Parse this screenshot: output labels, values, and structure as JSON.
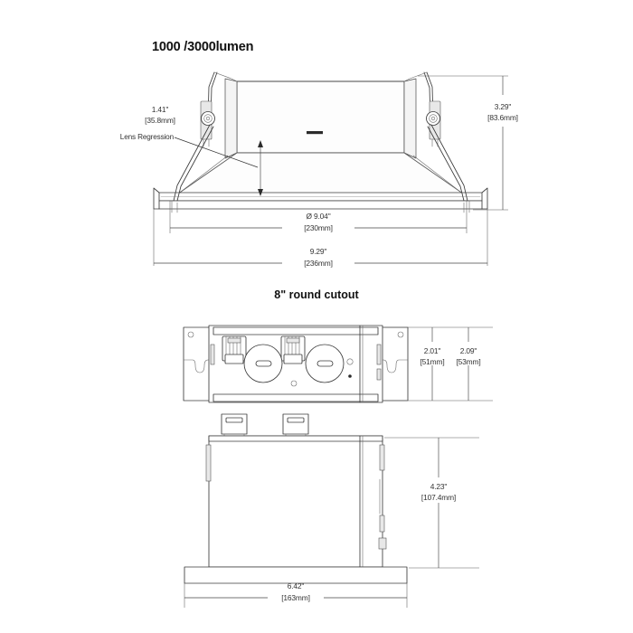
{
  "page": {
    "background_color": "#ffffff",
    "line_color": "#3b3b3b",
    "text_color": "#111111"
  },
  "title": "1000 /3000lumen",
  "caption": "8\" round cutout",
  "annotations": {
    "lens_regression_label": "Lens Regression"
  },
  "dimensions": {
    "lens_regression": {
      "imperial": "1.41\"",
      "metric": "[35.8mm]"
    },
    "housing_height": {
      "imperial": "3.29\"",
      "metric": "[83.6mm]"
    },
    "aperture_diameter": {
      "imperial": "Ø 9.04\"",
      "metric": "[230mm]"
    },
    "trim_outer": {
      "imperial": "9.29\"",
      "metric": "[236mm]"
    },
    "jbox_depth_a": {
      "imperial": "2.01\"",
      "metric": "[51mm]"
    },
    "jbox_depth_b": {
      "imperial": "2.09\"",
      "metric": "[53mm]"
    },
    "jbox_height": {
      "imperial": "4.23\"",
      "metric": "[107.4mm]"
    },
    "jbox_width": {
      "imperial": "6.42\"",
      "metric": "[163mm]"
    }
  },
  "views": [
    {
      "name": "recessed-downlight-housing-isometric",
      "description": "Isometric view of round recessed downlight housing with two torsion spring clips"
    },
    {
      "name": "junction-box-top-view",
      "description": "Top view of junction box with two push-in connectors, two knockouts and mounting brackets"
    },
    {
      "name": "junction-box-front-view",
      "description": "Front elevation of junction box with two mounting tabs and base flange"
    }
  ]
}
